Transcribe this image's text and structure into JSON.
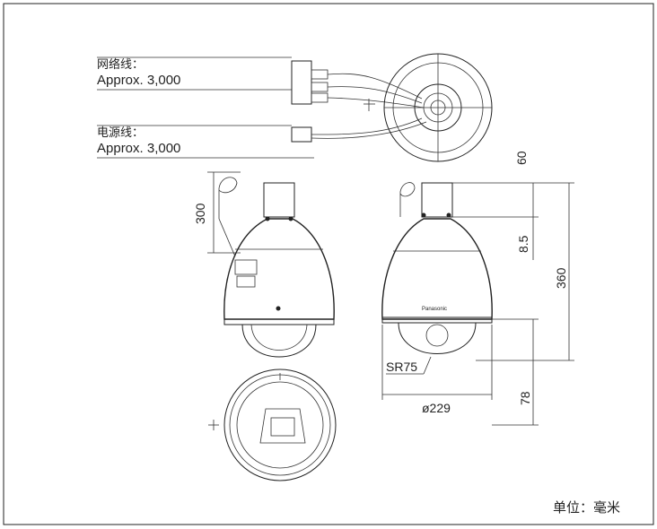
{
  "labels": {
    "network_cable_title": "网络线：",
    "network_cable_length": "Approx. 3,000",
    "power_cable_title": "电源线：",
    "power_cable_length": "Approx. 3,000",
    "unit": "单位：毫米"
  },
  "dimensions": {
    "side_mount_height": "300",
    "top_offset": "60",
    "mid_offset": "8.5",
    "total_height": "360",
    "dome_radius": "SR75",
    "dome_height": "78",
    "diameter": "ø229"
  },
  "logo_text": "Panasonic"
}
